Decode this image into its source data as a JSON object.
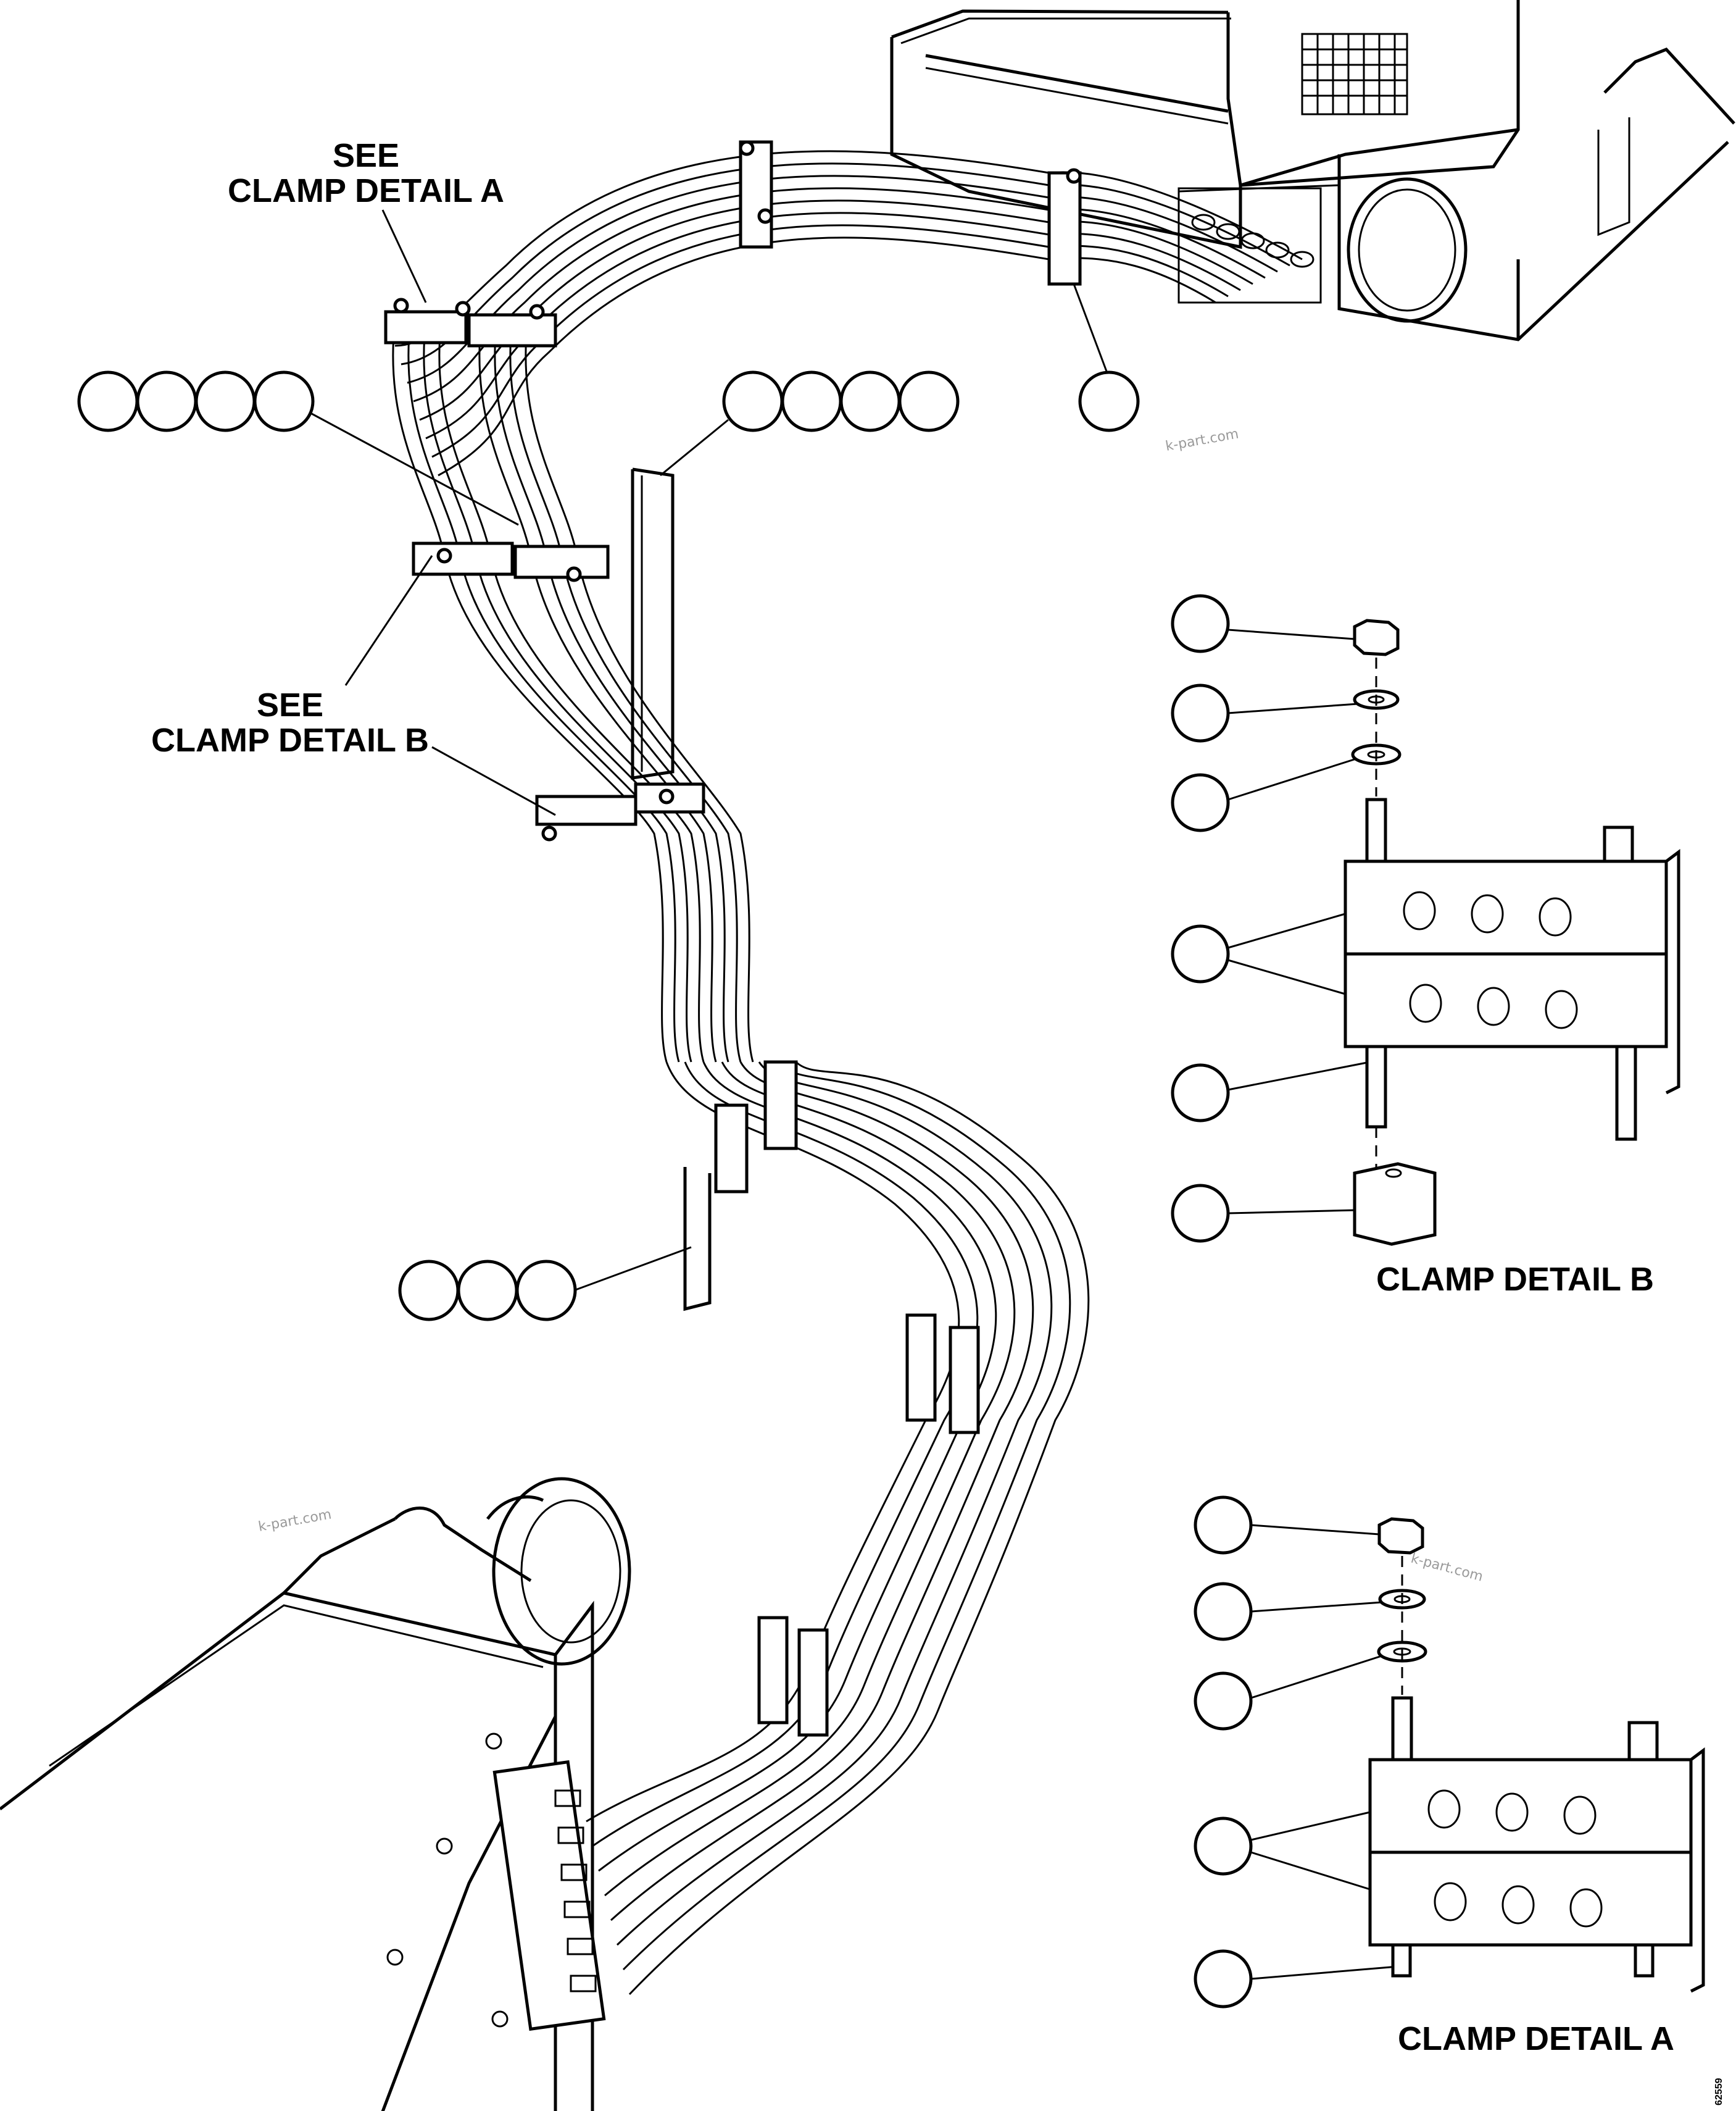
{
  "labels": {
    "see_clamp_a_line1": "SEE",
    "see_clamp_a_line2": "CLAMP DETAIL A",
    "see_clamp_b_line1": "SEE",
    "see_clamp_b_line2": "CLAMP DETAIL B",
    "clamp_detail_b": "CLAMP DETAIL B",
    "clamp_detail_a": "CLAMP DETAIL A"
  },
  "watermarks": [
    "k-part.com",
    "k-part.com",
    "k-part.com"
  ],
  "figure_code": "62559"
}
